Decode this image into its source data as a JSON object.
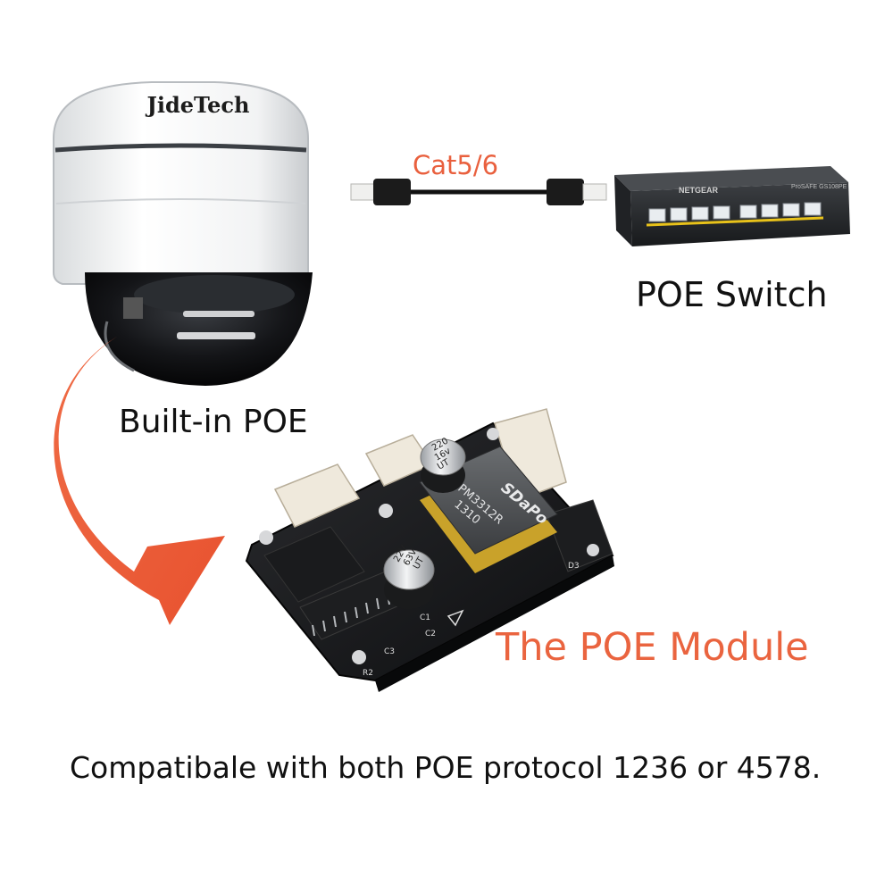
{
  "brand": {
    "logo_text": "JideTech"
  },
  "cable": {
    "label": "Cat5/6"
  },
  "switch": {
    "label": "POE Switch",
    "brand_text": "NETGEAR",
    "model_text": "ProSAFE GS108PE"
  },
  "camera": {
    "label": "Built-in POE"
  },
  "module": {
    "label": "The POE Module",
    "chip_brand": "SDaPo",
    "chip_part": "PM3312R",
    "chip_code": "1310",
    "cap1": [
      "220",
      "16v",
      "UT"
    ],
    "cap2": [
      "22V",
      "63V",
      "UT"
    ],
    "refs": [
      "C1",
      "C2",
      "C3",
      "D3",
      "R2"
    ]
  },
  "caption": {
    "text": "Compatibale with both POE protocol 1236 or 4578."
  },
  "colors": {
    "accent": "#e9603e",
    "text": "#111111",
    "background": "#ffffff"
  }
}
